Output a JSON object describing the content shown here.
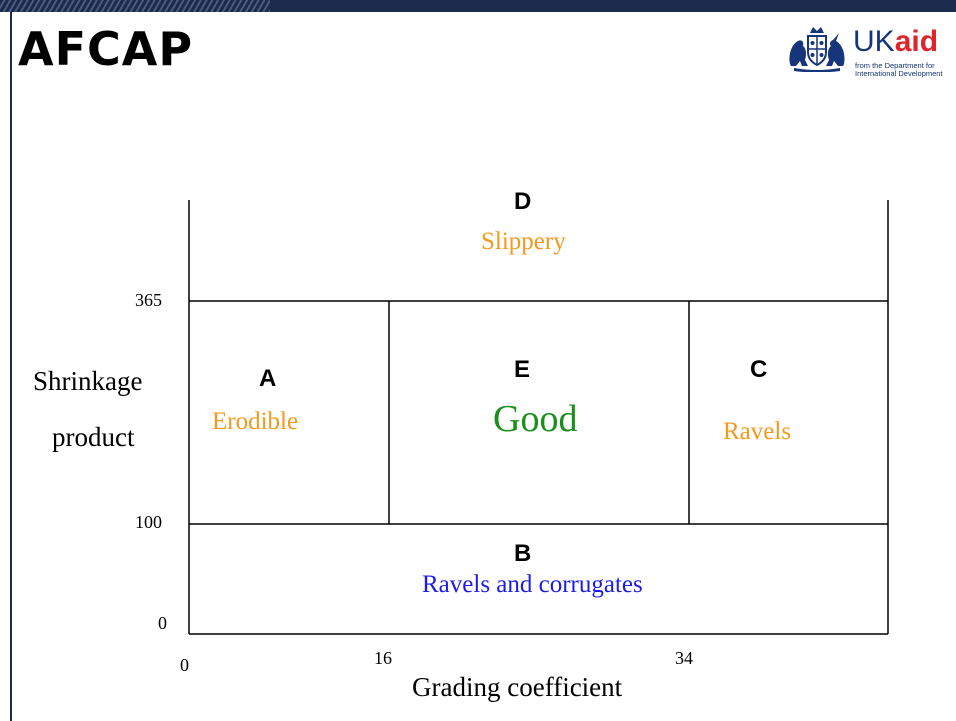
{
  "header": {
    "brand": "AFCAP",
    "funder": {
      "name_prefix": "UK",
      "name_suffix": "aid",
      "subtitle": "from the Department for International Development",
      "crest_icon": "royal-coat-of-arms-icon"
    }
  },
  "colors": {
    "banner": "#1c2a4d",
    "problem_zone": "#f39a1d",
    "good_zone": "#1a8f1a",
    "corrugation_zone": "#1c1ce8"
  },
  "diagram": {
    "x_axis": {
      "title": "Grading coefficient",
      "ticks": [
        "0",
        "16",
        "34"
      ]
    },
    "y_axis": {
      "title_line1": "Shrinkage",
      "title_line2": "product",
      "ticks": [
        "0",
        "100",
        "365"
      ]
    },
    "zones": {
      "A": {
        "letter": "A",
        "name": "Erodible"
      },
      "B": {
        "letter": "B",
        "name": "Ravels and corrugates"
      },
      "C": {
        "letter": "C",
        "name": "Ravels"
      },
      "D": {
        "letter": "D",
        "name": "Slippery"
      },
      "E": {
        "letter": "E",
        "name": "Good"
      }
    }
  }
}
